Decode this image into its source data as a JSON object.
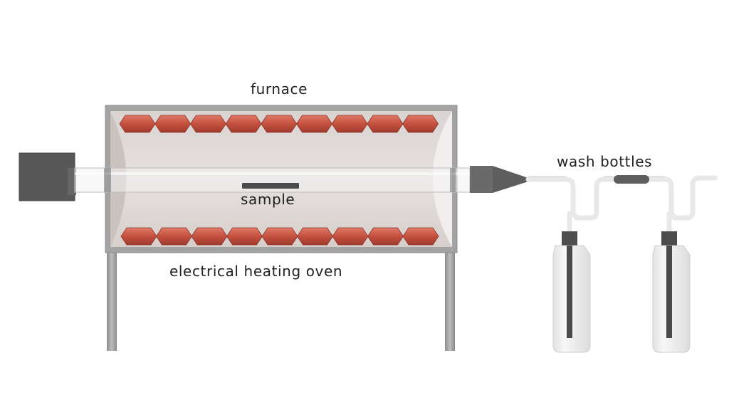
{
  "labels": {
    "furnace": "furnace",
    "sample": "sample",
    "oven": "electrical heating oven",
    "wash_bottles": "wash bottles"
  },
  "colors": {
    "heating_element": "#c4503f",
    "frame": "#a3a3a3",
    "chamber": "#ddd6d3",
    "dark_fitting": "#555555",
    "glass": "#eeeeee"
  }
}
